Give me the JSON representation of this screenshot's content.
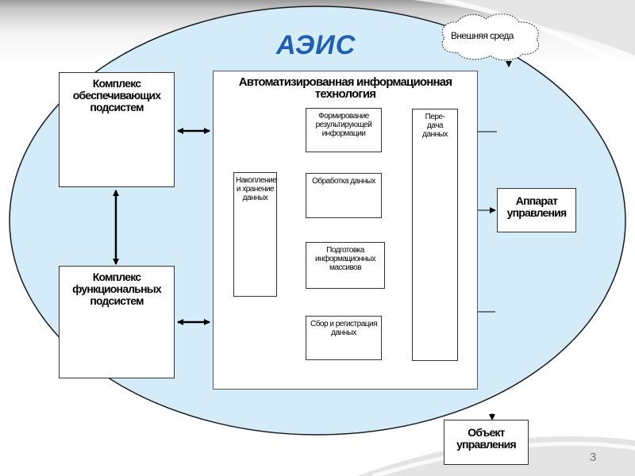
{
  "slide": {
    "title": "АЭИС",
    "page_number": "3",
    "external_env": "Внешняя среда"
  },
  "boxes": {
    "support": "Комплекс обеспечивающих подсистем",
    "functional": "Комплекс функциональных подсистем",
    "ait_title": "Автоматизированная информационная технология",
    "forming": "Формирование результирующей информации",
    "processing": "Обработка данных",
    "accumulation": "Накопление и хранение данных",
    "preparation": "Подготовка информационных массивов",
    "collection": "Сбор и регистрация данных",
    "transfer": "Пере-дача данных",
    "apparatus": "Аппарат управления",
    "object": "Объект управления"
  },
  "colors": {
    "ellipse": "#d4ecfa",
    "title": "#1f5fb0"
  }
}
